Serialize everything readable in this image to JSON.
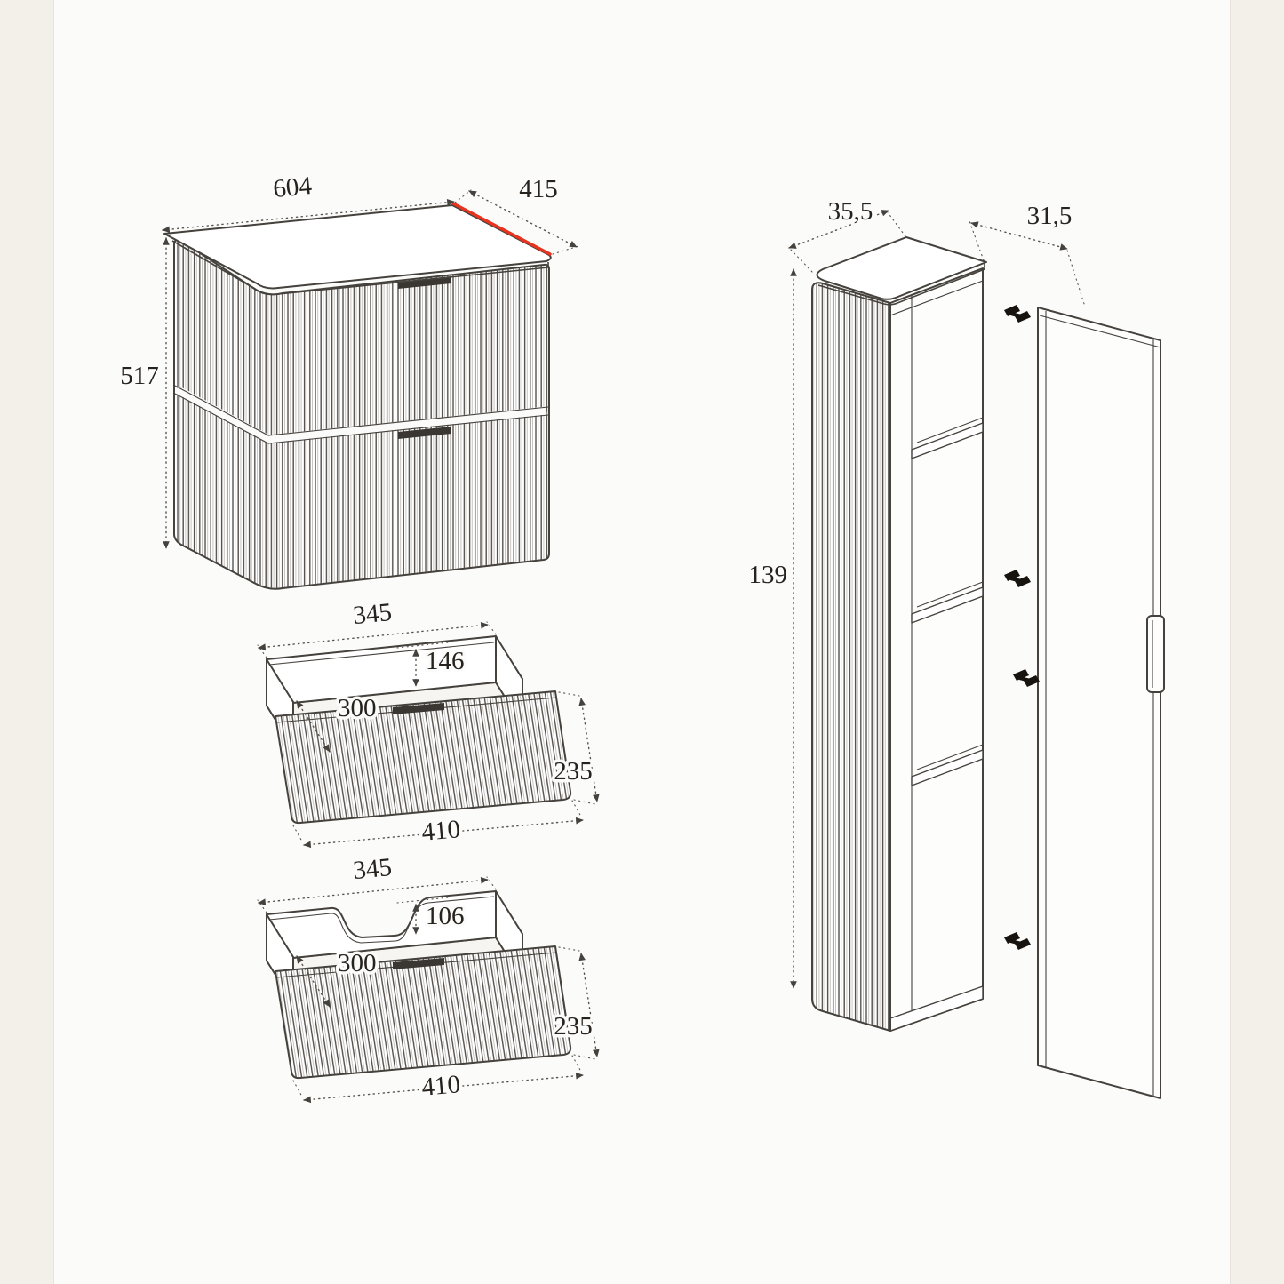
{
  "palette": {
    "background": "#fbfbfa",
    "backdrop-seam": "#f3f0ea",
    "line": "#45413c",
    "dim-line": "#57534d",
    "text": "#26221e",
    "accent-red": "#e8331f"
  },
  "vanity": {
    "width_label": "604",
    "depth_label": "415",
    "height_label": "517"
  },
  "drawer_top": {
    "inner_width_label": "345",
    "inner_height_label": "146",
    "inner_depth_label": "300",
    "front_height_label": "235",
    "front_width_label": "410"
  },
  "drawer_bottom": {
    "inner_width_label": "345",
    "cutout_height_label": "106",
    "inner_depth_label": "300",
    "front_height_label": "235",
    "front_width_label": "410"
  },
  "tall_cabinet": {
    "depth_label": "35,5",
    "door_width_label": "31,5",
    "height_label": "139"
  }
}
